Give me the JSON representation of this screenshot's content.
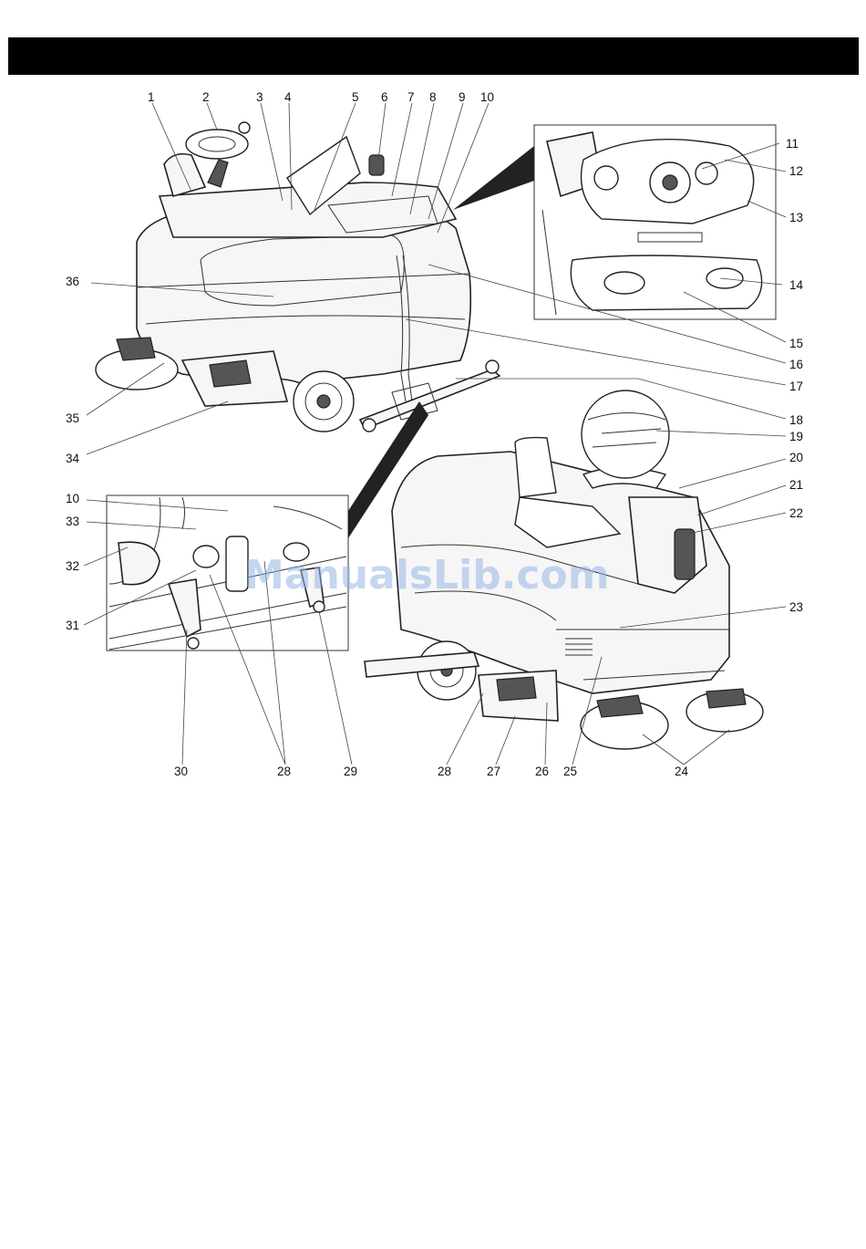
{
  "header": {
    "title": ""
  },
  "watermark": "ManualsLib.com",
  "callouts": [
    "1",
    "2",
    "3",
    "4",
    "5",
    "6",
    "7",
    "8",
    "9",
    "10",
    "11",
    "12",
    "13",
    "14",
    "15",
    "16",
    "17",
    "18",
    "19",
    "20",
    "21",
    "22",
    "23",
    "24",
    "25",
    "26",
    "27",
    "28",
    "29",
    "30",
    "31",
    "32",
    "33",
    "34",
    "35",
    "36"
  ],
  "inset_callouts": {
    "c10b": "10",
    "c28b": "28"
  }
}
